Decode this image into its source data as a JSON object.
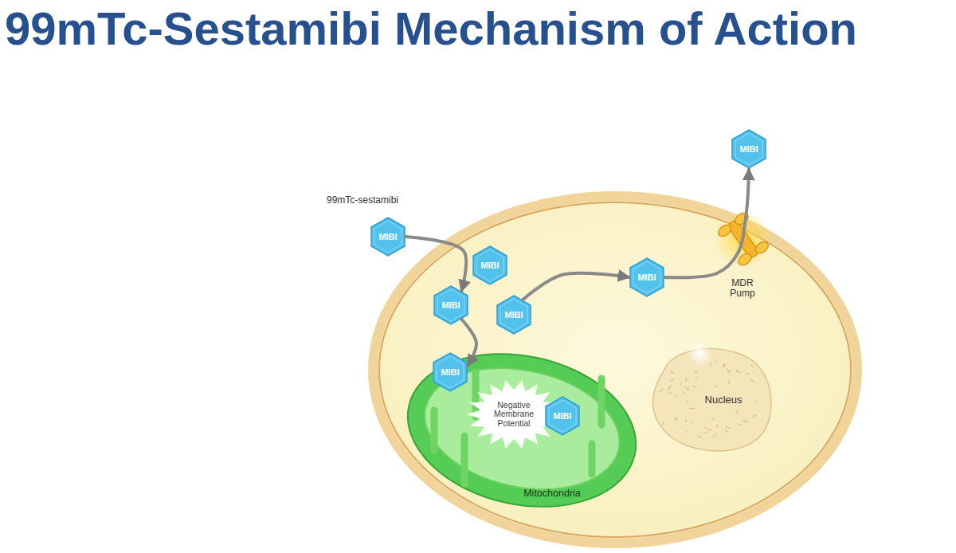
{
  "diagram": {
    "title": "99mTc-Sestamibi Mechanism of Action",
    "nodes": [
      {
        "text": [
          "MIBI"
        ]
      },
      {
        "text": [
          "MIBI"
        ]
      },
      {
        "text": [
          "MIBI"
        ]
      },
      {
        "text": [
          "MIBI"
        ]
      },
      {
        "text": [
          "MDR Pump"
        ]
      },
      {
        "text": [
          "MIBI"
        ]
      },
      {
        "text": [
          "MIBI"
        ]
      },
      {
        "text": [
          "Negative Membrane Potential",
          "Mitochondria"
        ]
      },
      {
        "text": [
          "MIBI"
        ],
        "in": 7
      },
      {
        "text": [
          "MIBI"
        ],
        "in": 7
      },
      {
        "text": [
          "Nucleus"
        ]
      }
    ],
    "edges": [
      {
        "from": 1,
        "to": 5,
        "arrow": "to"
      },
      {
        "from": 5,
        "to": 8,
        "arrow": "to"
      },
      {
        "from": 6,
        "to": 3,
        "arrow": "to"
      },
      {
        "from": 3,
        "to": 0,
        "arrow": "to"
      }
    ],
    "labels": [
      "99mTc-sestamibi"
    ]
  }
}
